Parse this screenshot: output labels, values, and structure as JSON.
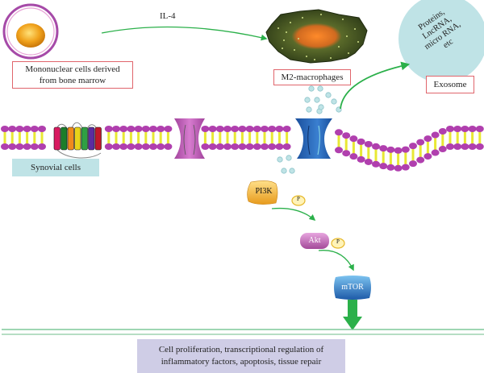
{
  "cells": {
    "mononuclear_label": "Mononuclear cells derived from bone marrow",
    "mononuclear_line1": "Mononuclear cells derived",
    "mononuclear_line2": "from bone marrow",
    "stimulus_label": "IL-4",
    "macrophage_label": "M2-macrophages",
    "synovial_label": "Synovial cells"
  },
  "exosome": {
    "label": "Exosome",
    "contents": [
      "Proteins,",
      "LncRNA,",
      "micro RNA,",
      "etc"
    ]
  },
  "pathway": {
    "nodes": [
      {
        "label": "PI3K",
        "color": "#f5b23a"
      },
      {
        "label": "Akt",
        "color": "#c46bb8"
      },
      {
        "label": "mTOR",
        "color": "#3a86c8"
      }
    ],
    "phospho_label": "P"
  },
  "outcome": {
    "line1": "Cell proliferation, transcriptional regulation of",
    "line2": "inflammatory factors, apoptosis, tissue repair"
  },
  "colors": {
    "arrow": "#2bb04a",
    "box_border": "#e0656c",
    "membrane_head": "#b03fae",
    "membrane_tail": "#e8e834",
    "synovial_box": "#bfe3e6",
    "outcome_box": "#cfcde6",
    "exosome_fill": "#bfe3e6",
    "baseline": "#7fc89a"
  }
}
